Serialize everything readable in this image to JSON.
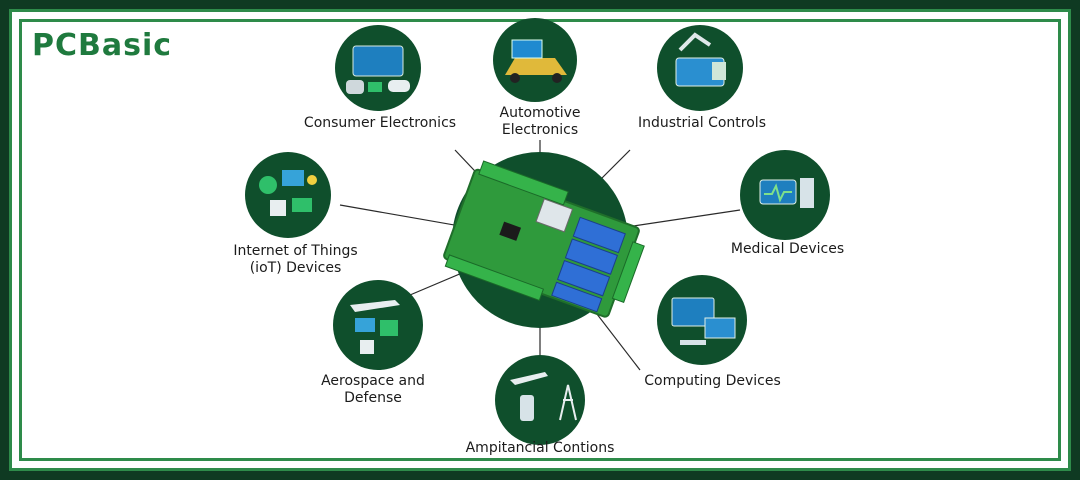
{
  "brand": {
    "logo_text": "PCBasic"
  },
  "center": {
    "name": "pcb-board"
  },
  "applications": [
    {
      "id": "consumer-electronics",
      "label": "Consumer Electronics",
      "icon": "tv-gamepad-icon"
    },
    {
      "id": "automotive-electronics",
      "label": "Automotive\nElectronics",
      "icon": "car-icon"
    },
    {
      "id": "industrial-controls",
      "label": "Industrial Controls",
      "icon": "robot-arm-icon"
    },
    {
      "id": "iot-devices",
      "label": "Internet of  Things\n(ioT) Devices",
      "icon": "connected-devices-icon"
    },
    {
      "id": "medical-devices",
      "label": "Medical Devices",
      "icon": "medical-monitor-icon"
    },
    {
      "id": "aerospace-defense",
      "label": "Aerospace and\nDefense",
      "icon": "aerospace-icon"
    },
    {
      "id": "computing-devices",
      "label": "Computing Devices",
      "icon": "computer-icon"
    },
    {
      "id": "ampitancial-contions",
      "label": "Ampitancial Contions",
      "icon": "microscope-tower-icon"
    }
  ],
  "colors": {
    "frame": "#2e8b4a",
    "dark_green": "#0f4f2c",
    "board_green": "#2f9a3c",
    "relay_blue": "#2f6fd6"
  }
}
